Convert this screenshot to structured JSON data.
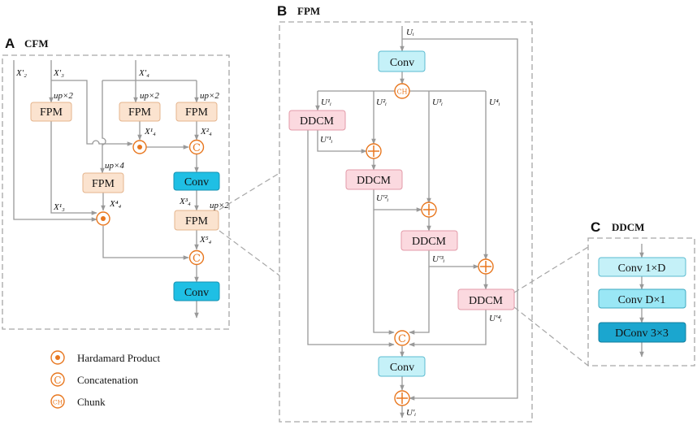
{
  "panels": {
    "cfm": {
      "letter": "A",
      "title": "CFM"
    },
    "fpm": {
      "letter": "B",
      "title": "FPM"
    },
    "ddcm": {
      "letter": "C",
      "title": "DDCM"
    }
  },
  "blocks": {
    "fpm": "FPM",
    "conv": "Conv",
    "ddcm": "DDCM",
    "conv_1xd": "Conv 1×D",
    "conv_dx1": "Conv  D×1",
    "dconv": "DConv 3×3"
  },
  "operators": {
    "concat_glyph": "C",
    "chunk_glyph": "CH"
  },
  "cfm_labels": {
    "x2p": "X′₂",
    "x3p": "X′₃",
    "x4p": "X′₄",
    "up2": "up×2",
    "up4": "up×4",
    "x4_1": "X¹₄",
    "x4_2": "X²₄",
    "x4_3": "X³₄",
    "x4_4": "X⁴₄",
    "x4_5": "X⁵₄",
    "x3_1": "X¹₃"
  },
  "fpm_labels": {
    "ui": "Uᵢ",
    "ui1": "U¹ᵢ",
    "ui2": "U²ᵢ",
    "ui3": "U³ᵢ",
    "ui4": "U⁴ᵢ",
    "uip1": "U′¹ᵢ",
    "uip2": "U′²ᵢ",
    "uip3": "U′³ᵢ",
    "uip4": "U′⁴ᵢ",
    "uip": "U′ᵢ"
  },
  "legend": [
    {
      "label": "Hardamard Product"
    },
    {
      "label": "Concatenation"
    },
    {
      "label": "Chunk"
    }
  ],
  "colors": {
    "operator_orange": "#e8771f",
    "fpm_fill": "#fbe3cf",
    "ddcm_fill": "#fbd9df",
    "conv_fill": "#1fbfe4",
    "dconv_fill": "#1ba6cf",
    "arrow_gray": "#999999"
  }
}
